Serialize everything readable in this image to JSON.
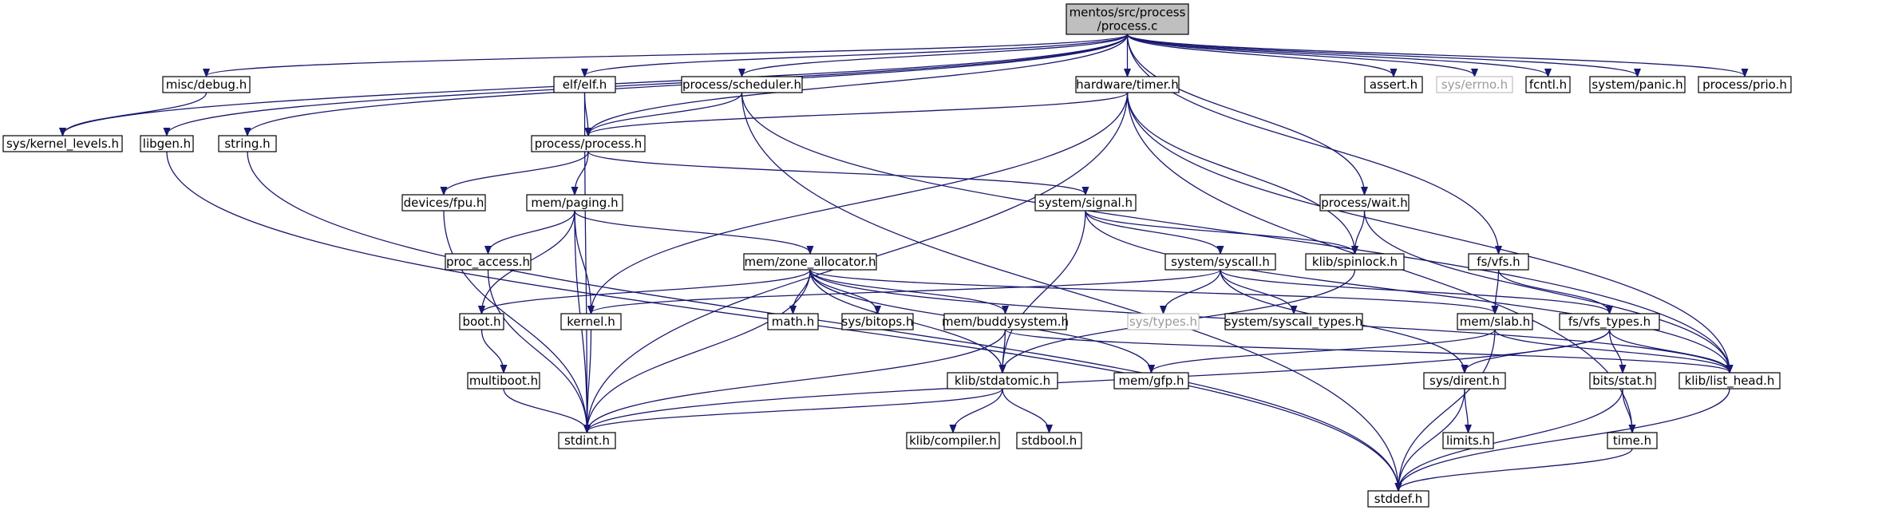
{
  "graph": {
    "root": "mentos/src/process/process.c",
    "nodes": [
      {
        "id": "root",
        "lines": [
          "mentos/src/process",
          "/process.c"
        ],
        "style": "root"
      },
      {
        "id": "misc_debug",
        "lines": [
          "misc/debug.h"
        ]
      },
      {
        "id": "elf_elf",
        "lines": [
          "elf/elf.h"
        ]
      },
      {
        "id": "process_scheduler",
        "lines": [
          "process/scheduler.h"
        ]
      },
      {
        "id": "hardware_timer",
        "lines": [
          "hardware/timer.h"
        ]
      },
      {
        "id": "assert",
        "lines": [
          "assert.h"
        ]
      },
      {
        "id": "sys_errno",
        "lines": [
          "sys/errno.h"
        ],
        "style": "missing"
      },
      {
        "id": "fcntl",
        "lines": [
          "fcntl.h"
        ]
      },
      {
        "id": "system_panic",
        "lines": [
          "system/panic.h"
        ]
      },
      {
        "id": "process_prio",
        "lines": [
          "process/prio.h"
        ]
      },
      {
        "id": "sys_kernel_levels",
        "lines": [
          "sys/kernel_levels.h"
        ]
      },
      {
        "id": "libgen",
        "lines": [
          "libgen.h"
        ]
      },
      {
        "id": "string",
        "lines": [
          "string.h"
        ]
      },
      {
        "id": "process_process",
        "lines": [
          "process/process.h"
        ]
      },
      {
        "id": "devices_fpu",
        "lines": [
          "devices/fpu.h"
        ]
      },
      {
        "id": "mem_paging",
        "lines": [
          "mem/paging.h"
        ]
      },
      {
        "id": "system_signal",
        "lines": [
          "system/signal.h"
        ]
      },
      {
        "id": "process_wait",
        "lines": [
          "process/wait.h"
        ]
      },
      {
        "id": "proc_access",
        "lines": [
          "proc_access.h"
        ]
      },
      {
        "id": "mem_zone_allocator",
        "lines": [
          "mem/zone_allocator.h"
        ]
      },
      {
        "id": "system_syscall",
        "lines": [
          "system/syscall.h"
        ]
      },
      {
        "id": "klib_spinlock",
        "lines": [
          "klib/spinlock.h"
        ]
      },
      {
        "id": "fs_vfs",
        "lines": [
          "fs/vfs.h"
        ]
      },
      {
        "id": "boot",
        "lines": [
          "boot.h"
        ]
      },
      {
        "id": "kernel",
        "lines": [
          "kernel.h"
        ]
      },
      {
        "id": "math",
        "lines": [
          "math.h"
        ]
      },
      {
        "id": "sys_bitops",
        "lines": [
          "sys/bitops.h"
        ]
      },
      {
        "id": "mem_buddysystem",
        "lines": [
          "mem/buddysystem.h"
        ]
      },
      {
        "id": "sys_types",
        "lines": [
          "sys/types.h"
        ],
        "style": "missing"
      },
      {
        "id": "system_syscall_types",
        "lines": [
          "system/syscall_types.h"
        ]
      },
      {
        "id": "mem_slab",
        "lines": [
          "mem/slab.h"
        ]
      },
      {
        "id": "fs_vfs_types",
        "lines": [
          "fs/vfs_types.h"
        ]
      },
      {
        "id": "multiboot",
        "lines": [
          "multiboot.h"
        ]
      },
      {
        "id": "klib_stdatomic",
        "lines": [
          "klib/stdatomic.h"
        ]
      },
      {
        "id": "mem_gfp",
        "lines": [
          "mem/gfp.h"
        ]
      },
      {
        "id": "sys_dirent",
        "lines": [
          "sys/dirent.h"
        ]
      },
      {
        "id": "bits_stat",
        "lines": [
          "bits/stat.h"
        ]
      },
      {
        "id": "klib_list_head",
        "lines": [
          "klib/list_head.h"
        ]
      },
      {
        "id": "stdint",
        "lines": [
          "stdint.h"
        ]
      },
      {
        "id": "klib_compiler",
        "lines": [
          "klib/compiler.h"
        ]
      },
      {
        "id": "stdbool",
        "lines": [
          "stdbool.h"
        ]
      },
      {
        "id": "limits",
        "lines": [
          "limits.h"
        ]
      },
      {
        "id": "time",
        "lines": [
          "time.h"
        ]
      },
      {
        "id": "stddef",
        "lines": [
          "stddef.h"
        ]
      }
    ],
    "edges": [
      [
        "root",
        "misc_debug"
      ],
      [
        "root",
        "sys_kernel_levels"
      ],
      [
        "root",
        "libgen"
      ],
      [
        "root",
        "string"
      ],
      [
        "root",
        "elf_elf"
      ],
      [
        "root",
        "process_scheduler"
      ],
      [
        "root",
        "process_process"
      ],
      [
        "root",
        "hardware_timer"
      ],
      [
        "root",
        "process_wait"
      ],
      [
        "root",
        "fs_vfs"
      ],
      [
        "root",
        "assert"
      ],
      [
        "root",
        "sys_errno"
      ],
      [
        "root",
        "fcntl"
      ],
      [
        "root",
        "system_panic"
      ],
      [
        "root",
        "process_prio"
      ],
      [
        "misc_debug",
        "sys_kernel_levels"
      ],
      [
        "elf_elf",
        "process_process"
      ],
      [
        "elf_elf",
        "stdint"
      ],
      [
        "process_scheduler",
        "process_process"
      ],
      [
        "process_scheduler",
        "stddef"
      ],
      [
        "process_scheduler",
        "klib_list_head"
      ],
      [
        "hardware_timer",
        "process_process"
      ],
      [
        "hardware_timer",
        "kernel"
      ],
      [
        "hardware_timer",
        "stdint"
      ],
      [
        "hardware_timer",
        "klib_spinlock"
      ],
      [
        "hardware_timer",
        "klib_list_head"
      ],
      [
        "hardware_timer",
        "time"
      ],
      [
        "libgen",
        "stddef"
      ],
      [
        "string",
        "stddef"
      ],
      [
        "process_process",
        "devices_fpu"
      ],
      [
        "process_process",
        "mem_paging"
      ],
      [
        "process_process",
        "system_signal"
      ],
      [
        "devices_fpu",
        "stdint"
      ],
      [
        "mem_paging",
        "proc_access"
      ],
      [
        "mem_paging",
        "boot"
      ],
      [
        "mem_paging",
        "kernel"
      ],
      [
        "mem_paging",
        "stdint"
      ],
      [
        "mem_paging",
        "mem_zone_allocator"
      ],
      [
        "proc_access",
        "stdint"
      ],
      [
        "mem_zone_allocator",
        "boot"
      ],
      [
        "mem_zone_allocator",
        "math"
      ],
      [
        "mem_zone_allocator",
        "sys_bitops"
      ],
      [
        "mem_zone_allocator",
        "mem_buddysystem"
      ],
      [
        "mem_zone_allocator",
        "klib_stdatomic"
      ],
      [
        "mem_zone_allocator",
        "mem_gfp"
      ],
      [
        "mem_zone_allocator",
        "stdint"
      ],
      [
        "mem_zone_allocator",
        "mem_slab"
      ],
      [
        "mem_zone_allocator",
        "klib_list_head"
      ],
      [
        "system_signal",
        "system_syscall"
      ],
      [
        "system_signal",
        "klib_spinlock"
      ],
      [
        "system_signal",
        "klib_stdatomic"
      ],
      [
        "system_signal",
        "klib_list_head"
      ],
      [
        "system_syscall",
        "kernel"
      ],
      [
        "system_syscall",
        "sys_types"
      ],
      [
        "system_syscall",
        "system_syscall_types"
      ],
      [
        "system_syscall",
        "sys_dirent"
      ],
      [
        "system_syscall",
        "fs_vfs_types"
      ],
      [
        "process_wait",
        "klib_spinlock"
      ],
      [
        "process_wait",
        "klib_list_head"
      ],
      [
        "klib_spinlock",
        "klib_stdatomic"
      ],
      [
        "fs_vfs",
        "mem_slab"
      ],
      [
        "fs_vfs",
        "fs_vfs_types"
      ],
      [
        "boot",
        "multiboot"
      ],
      [
        "multiboot",
        "stdint"
      ],
      [
        "kernel",
        "stdint"
      ],
      [
        "mem_buddysystem",
        "klib_stdatomic"
      ],
      [
        "mem_buddysystem",
        "stdint"
      ],
      [
        "mem_buddysystem",
        "klib_list_head"
      ],
      [
        "mem_slab",
        "mem_gfp"
      ],
      [
        "mem_slab",
        "klib_list_head"
      ],
      [
        "mem_slab",
        "stddef"
      ],
      [
        "fs_vfs_types",
        "sys_dirent"
      ],
      [
        "fs_vfs_types",
        "bits_stat"
      ],
      [
        "fs_vfs_types",
        "klib_list_head"
      ],
      [
        "fs_vfs_types",
        "stdint"
      ],
      [
        "klib_stdatomic",
        "stdint"
      ],
      [
        "klib_stdatomic",
        "klib_compiler"
      ],
      [
        "klib_stdatomic",
        "stdbool"
      ],
      [
        "sys_dirent",
        "limits"
      ],
      [
        "sys_dirent",
        "stddef"
      ],
      [
        "bits_stat",
        "time"
      ],
      [
        "bits_stat",
        "stddef"
      ],
      [
        "klib_list_head",
        "stddef"
      ],
      [
        "time",
        "stddef"
      ]
    ]
  }
}
